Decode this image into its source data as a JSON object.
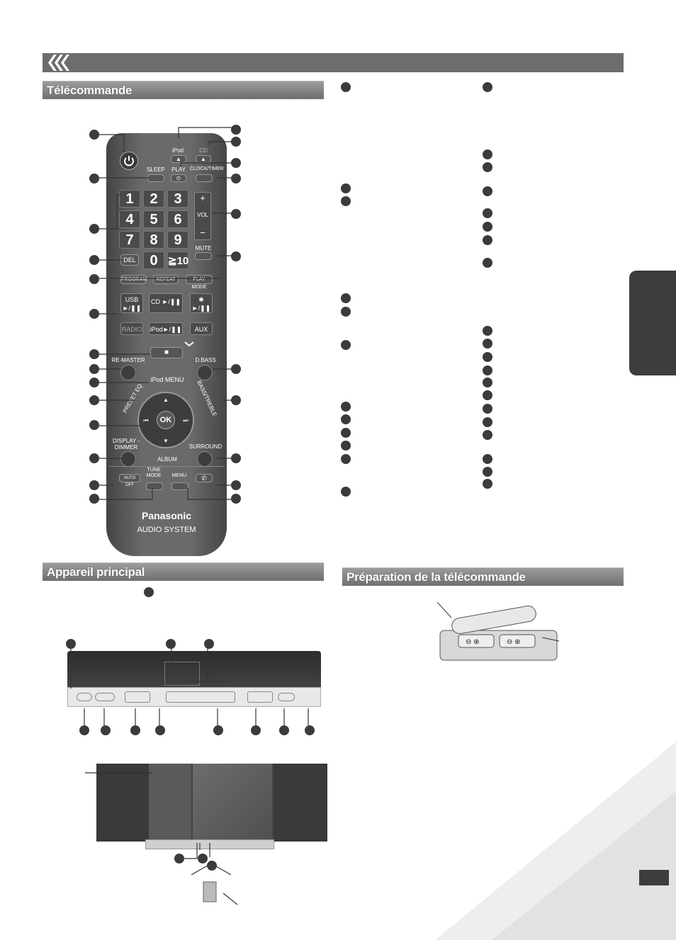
{
  "sections": {
    "remote_title": "Télécommande",
    "main_unit_title": "Appareil principal",
    "prep_title": "Préparation de la télécommande"
  },
  "remote": {
    "source_label": "iPod",
    "cd_label": "CD",
    "sleep_label": "SLEEP",
    "play_label": "PLAY",
    "clock_label": "CLOCK/TIMER",
    "vol_label": "VOL",
    "plus": "+",
    "minus": "−",
    "mute_label": "MUTE",
    "del_label": "DEL",
    "numbers": [
      "1",
      "2",
      "3",
      "4",
      "5",
      "6",
      "7",
      "8",
      "9",
      "0",
      "≧10"
    ],
    "program_label": "PROGRAM",
    "repeat_label": "REPEAT",
    "playmode_label": "PLAY MODE",
    "usb_label": "USB ►/❚❚",
    "cd_play_label": "CD ►/❚❚",
    "bt_play_label": "►/❚❚",
    "radio_label": "RADIO",
    "ipod_play_label": "iPod►/❚❚",
    "aux_label": "AUX",
    "remaster_label": "RE-MASTER",
    "dbass_label": "D.BASS",
    "ipod_menu_label": "iPod MENU",
    "preset_eq_label": "PRESET EQ",
    "bass_treble_label": "BASS/TREBLE",
    "ok_label": "OK",
    "display_label": "DISPLAY -DIMMER",
    "album_label": "ALBUM",
    "surround_label": "SURROUND",
    "autooff_label": "AUTO OFF",
    "tune_label": "TUNE MODE",
    "menu_label": "MENU",
    "brand": "Panasonic",
    "brand_sub": "AUDIO SYSTEM"
  },
  "icons": {
    "chevron": "chevron-left-icon",
    "power": "power-icon",
    "bluetooth": "bluetooth-icon",
    "phone": "phone-icon",
    "hangup": "hangup-icon"
  },
  "colors": {
    "header": "#6d6d6d",
    "section": "#8a8a8a",
    "dot": "#3b3b3b",
    "tab": "#3d3d3d"
  }
}
